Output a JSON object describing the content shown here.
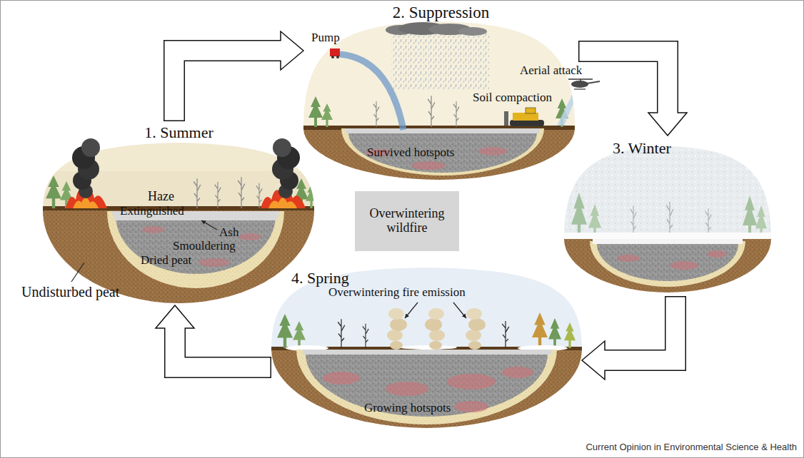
{
  "diagram": {
    "nodes": [
      {
        "text": [
          "1. Summer"
        ]
      },
      {
        "text": [
          "2. Suppression"
        ]
      },
      {
        "text": [
          "3. Winter"
        ]
      },
      {
        "text": [
          "4. Spring"
        ]
      },
      {
        "text": [
          "Overwintering wildfire"
        ]
      }
    ],
    "edges": [
      {
        "from": 0,
        "to": 1,
        "arrow": "to"
      },
      {
        "from": 1,
        "to": 2,
        "arrow": "to"
      },
      {
        "from": 2,
        "to": 3,
        "arrow": "to"
      },
      {
        "from": 3,
        "to": 0,
        "arrow": "to"
      }
    ],
    "labels": [
      "Haze",
      "Extinguished",
      "Ash",
      "Smouldering",
      "Dried peat",
      "Undisturbed peat",
      "Pump",
      "Aerial attack",
      "Soil compaction",
      "Survived hotspots",
      "Overwintering fire emission",
      "Growing hotspots",
      "Current Opinion in Environmental Science & Health"
    ]
  }
}
